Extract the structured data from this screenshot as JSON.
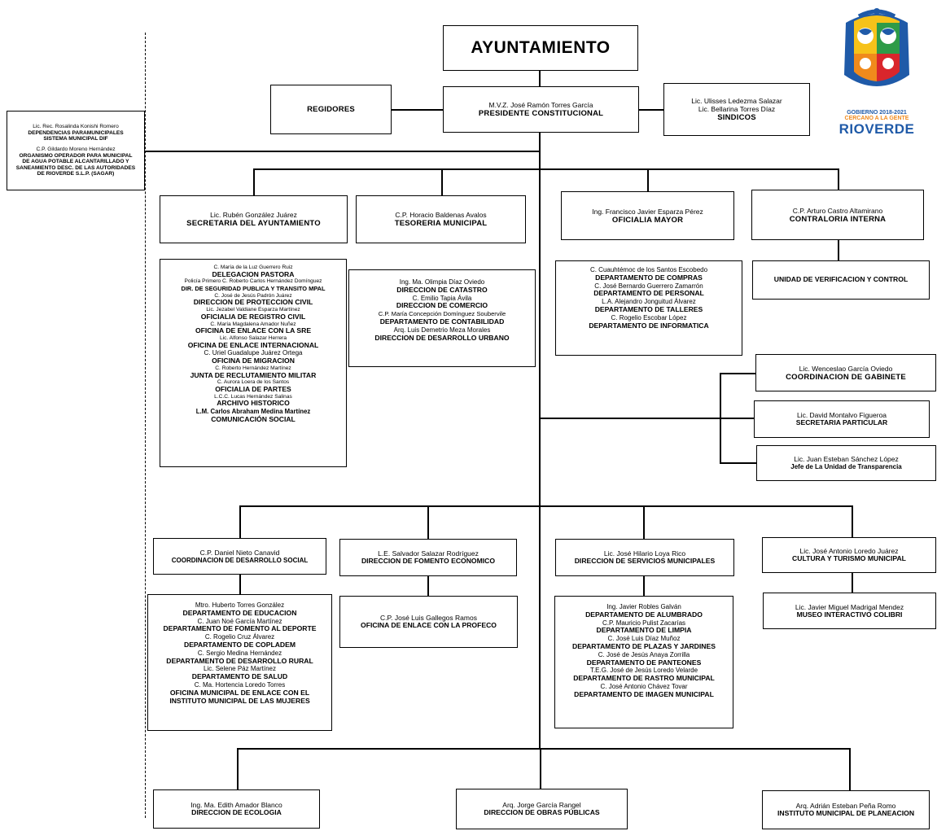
{
  "top": {
    "title": "AYUNTAMIENTO"
  },
  "presidente": {
    "name": "M.V.Z. José Ramón Torres García",
    "title": "PRESIDENTE CONSTITUCIONAL"
  },
  "regidores": {
    "title": "REGIDORES"
  },
  "sindicos": {
    "name1": "Lic. Ulisses Ledezma Salazar",
    "name2": "Lic. Bellarina Torres Díaz",
    "title": "SINDICOS"
  },
  "left_panel": {
    "name1": "Lic. Rec. Rosalinda Konishi Romero",
    "title1a": "DEPENDENCIAS PARAMUNICIPALES",
    "title1b": "SISTEMA MUNICIPAL DIF",
    "name2": "C.P. Gildardo Moreno Hernández",
    "title2a": "ORGANISMO OPERADOR PARA MUNICIPAL",
    "title2b": "DE AGUA POTABLE ALCANTARILLADO Y",
    "title2c": "SANEAMIENTO DESC. DE LAS AUTORIDADES",
    "title2d": "DE RIOVERDE S.L.P. (SAGAR)"
  },
  "logo": {
    "line1": "GOBIERNO 2018-2021",
    "line2": "CERCANO A LA GENTE",
    "line3": "RIOVERDE",
    "colors": {
      "blue": "#1f5aa8",
      "orange": "#f08a1c",
      "yellow": "#f6c21a",
      "red": "#d9262c",
      "green": "#2e9b48"
    }
  },
  "secretaria": {
    "name": "Lic. Rubén González Juárez",
    "title": "SECRETARIA DEL AYUNTAMIENTO",
    "items": [
      {
        "name": "C. María de la Luz Guerrero Ruiz",
        "title": "DELEGACION PASTORA"
      },
      {
        "name": "Policía Primero C. Roberto Carlos Hernández Domínguez",
        "title": "DIR. DE SEGURIDAD PUBLICA Y TRANSITO MPAL"
      },
      {
        "name": "C. José de Jesús Padrón Juárez",
        "title": "DIRECCION DE PROTECCION CIVIL"
      },
      {
        "name": "Lic. Jezabel Valdiane Esparza Martínez",
        "title": "OFICIALIA DE REGISTRO CIVIL"
      },
      {
        "name": "C. María Magdalena Amador Nuñez",
        "title": "OFICINA DE ENLACE CON LA SRE"
      },
      {
        "name": "Lic. Alfonso Salazar Herrera",
        "title": "OFICINA DE ENLACE INTERNACIONAL"
      },
      {
        "name": "C. Uriel Guadalupe Juárez Ortega",
        "title": "OFICINA DE MIGRACION"
      },
      {
        "name": "C. Roberto Hernández Martínez",
        "title": "JUNTA DE RECLUTAMIENTO MILITAR"
      },
      {
        "name": "C. Aurora Loera de los Santos",
        "title": "OFICIALIA DE PARTES"
      },
      {
        "name": "L.C.C. Lucas Hernández Salinas",
        "title": "ARCHIVO HISTORICO"
      },
      {
        "name": "L.M. Carlos Abraham Medina Martínez",
        "title": "COMUNICACIÓN SOCIAL"
      }
    ]
  },
  "tesoreria": {
    "name": "C.P. Horacio Baldenas Avalos",
    "title": "TESORERIA MUNICIPAL",
    "items": [
      {
        "name": "Ing. Ma. Olimpia Díaz Oviedo",
        "title": "DIRECCION DE CATASTRO"
      },
      {
        "name": "C. Emilio Tapia Ávila",
        "title": "DIRECCION DE COMERCIO"
      },
      {
        "name": "C.P. María Concepción Domínguez Soubervile",
        "title": "DEPARTAMENTO DE CONTABILIDAD"
      },
      {
        "name": "Arq. Luis Demetrio Meza Morales",
        "title": "DIRECCION DE DESARROLLO URBANO"
      }
    ]
  },
  "oficialia": {
    "name": "Ing. Francisco Javier Esparza Pérez",
    "title": "OFICIALIA MAYOR",
    "items": [
      {
        "name": "C. Cuauhtémoc de los Santos Escobedo",
        "title": "DEPARTAMENTO DE COMPRAS"
      },
      {
        "name": "C. José Bernardo Guerrero Zamarrón",
        "title": "DEPARTAMENTO DE PERSONAL"
      },
      {
        "name": "L.A. Alejandro Jonguitud Álvarez",
        "title": "DEPARTAMENTO DE TALLERES"
      },
      {
        "name": "C. Rogelio Escobar López",
        "title": "DEPARTAMENTO DE INFORMATICA"
      }
    ]
  },
  "contraloria": {
    "name": "C.P. Arturo Castro Altamirano",
    "title": "CONTRALORIA INTERNA",
    "sub": "UNIDAD DE VERIFICACION Y CONTROL"
  },
  "gabinete": {
    "name": "Lic. Wenceslao García Oviedo",
    "title": "COORDINACION DE GABINETE"
  },
  "particular": {
    "name": "Lic. David Montalvo Figueroa",
    "title": "SECRETARIA PARTICULAR"
  },
  "transparencia": {
    "name": "Lic. Juan Esteban Sánchez López",
    "title": "Jefe de La Unidad de Transparencia"
  },
  "social": {
    "name": "C.P. Daniel Nieto Canavid",
    "title": "COORDINACION DE DESARROLLO SOCIAL",
    "items": [
      {
        "name": "Mtro. Huberto Torres González",
        "title": "DEPARTAMENTO DE EDUCACION"
      },
      {
        "name": "C. Juan Noé García Martínez",
        "title": "DEPARTAMENTO DE FOMENTO AL DEPORTE"
      },
      {
        "name": "C. Rogelio Cruz Álvarez",
        "title": "DEPARTAMENTO DE COPLADEM"
      },
      {
        "name": "C. Sergio Medina Hernández",
        "title": "DEPARTAMENTO DE DESARROLLO RURAL"
      },
      {
        "name": "Lic. Selene Páz Martínez",
        "title": "DEPARTAMENTO DE SALUD"
      },
      {
        "name": "C. Ma. Hortencia Loredo Torres",
        "title": "OFICINA MUNICIPAL DE ENLACE CON EL"
      },
      {
        "name": "",
        "title": "INSTITUTO MUNICIPAL DE LAS MUJERES"
      }
    ]
  },
  "fomento": {
    "name": "L.E. Salvador Salazar Rodríguez",
    "title": "DIRECCION DE FOMENTO ECONOMICO",
    "sub_name": "C.P. José Luis Gallegos Ramos",
    "sub_title": "OFICINA DE ENLACE CON LA PROFECO"
  },
  "servicios": {
    "name": "Lic. José Hilario Loya Rico",
    "title": "DIRECCION DE SERVICIOS MUNICIPALES",
    "items": [
      {
        "name": "Ing. Javier Robles Galván",
        "title": "DEPARTAMENTO DE ALUMBRADO"
      },
      {
        "name": "C.P. Mauricio Pulist Zacarías",
        "title": "DEPARTAMENTO DE LIMPIA"
      },
      {
        "name": "C. José Luis Díaz Muñoz",
        "title": "DEPARTAMENTO DE PLAZAS Y JARDINES"
      },
      {
        "name": "C. José de Jesús Anaya Zorrilla",
        "title": "DEPARTAMENTO DE PANTEONES"
      },
      {
        "name": "T.E.G. José de Jesús Loredo Velarde",
        "title": "DEPARTAMENTO DE RASTRO MUNICIPAL"
      },
      {
        "name": "C. José Antonio Chávez Tovar",
        "title": "DEPARTAMENTO DE IMAGEN MUNICIPAL"
      }
    ]
  },
  "cultura": {
    "name": "Lic. José Antonio Loredo Juárez",
    "title": "CULTURA Y TURISMO MUNICIPAL",
    "sub_name": "Lic. Javier Miguel Madrigal Mendez",
    "sub_title": "MUSEO INTERACTIVO COLIBRI"
  },
  "ecologia": {
    "name": "Ing. Ma. Edith Amador Blanco",
    "title": "DIRECCION DE ECOLOGIA"
  },
  "obras": {
    "name": "Arq. Jorge García Rangel",
    "title": "DIRECCION DE OBRAS PÚBLICAS"
  },
  "planeacion": {
    "name": "Arq. Adrián Esteban Peña Romo",
    "title": "INSTITUTO MUNICIPAL DE PLANEACION"
  }
}
